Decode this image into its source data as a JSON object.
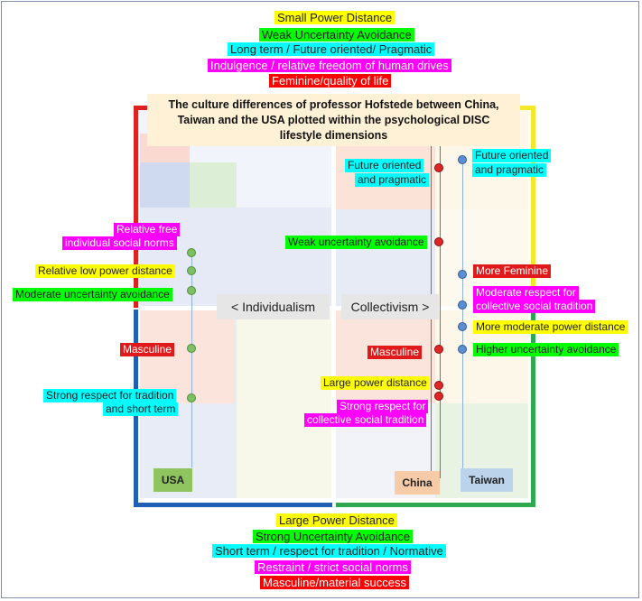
{
  "title": "The culture differences of professor Hofstede between China, Taiwan and the USA plotted within the psychological DISC lifestyle dimensions",
  "top_labels": [
    {
      "text": "Small Power Distance",
      "color": "#ffff00"
    },
    {
      "text": "Weak Uncertainty Avoidance",
      "color": "#00ff00"
    },
    {
      "text": "Long term / Future oriented/ Pragmatic",
      "color": "#00ffff"
    },
    {
      "text": "Indulgence / relative freedom of human drives",
      "color": "#ff00ff"
    },
    {
      "text": "Feminine/quality of life",
      "color": "#ff0000"
    }
  ],
  "bottom_labels": [
    {
      "text": "Large Power Distance",
      "color": "#ffff00"
    },
    {
      "text": "Strong Uncertainty Avoidance",
      "color": "#00ff00"
    },
    {
      "text": "Short term / respect for tradition / Normative",
      "color": "#00ffff"
    },
    {
      "text": "Restraint / strict social norms",
      "color": "#ff00ff"
    },
    {
      "text": "Masculine/material success",
      "color": "#ff0000"
    }
  ],
  "axis": {
    "left": "< Individualism",
    "right": "Collectivism >"
  },
  "countries": {
    "usa": "USA",
    "china": "China",
    "taiwan": "Taiwan"
  },
  "usa_labels": {
    "free1": "Relative free",
    "free2": "individual social norms",
    "power": "Relative low power distance",
    "uncertainty": "Moderate uncertainty avoidance",
    "masculine": "Masculine",
    "tradition1": "Strong respect for tradition",
    "tradition2": "and short term"
  },
  "china_labels": {
    "future1": "Future oriented",
    "future2": "and pragmatic",
    "uncertainty": "Weak uncertainty avoidance",
    "masculine": "Masculine",
    "power": "Large power distance",
    "tradition1": "Strong respect for",
    "tradition2": "collective social tradition"
  },
  "taiwan_labels": {
    "future1": "Future oriented",
    "future2": "and pragmatic",
    "feminine": "More Feminine",
    "respect1": "Moderate respect for",
    "respect2": "collective social tradition",
    "power": "More moderate power distance",
    "uncertainty": "Higher uncertainty avoidance"
  },
  "colors": {
    "yellow": "#ffff00",
    "green": "#00ff00",
    "cyan": "#00ffff",
    "magenta": "#ff00ff",
    "red": "#ff0000",
    "frame_red": "#e02020",
    "frame_yellow": "#f5e829",
    "frame_blue": "#1f5fb5",
    "frame_green": "#2fa84f"
  }
}
